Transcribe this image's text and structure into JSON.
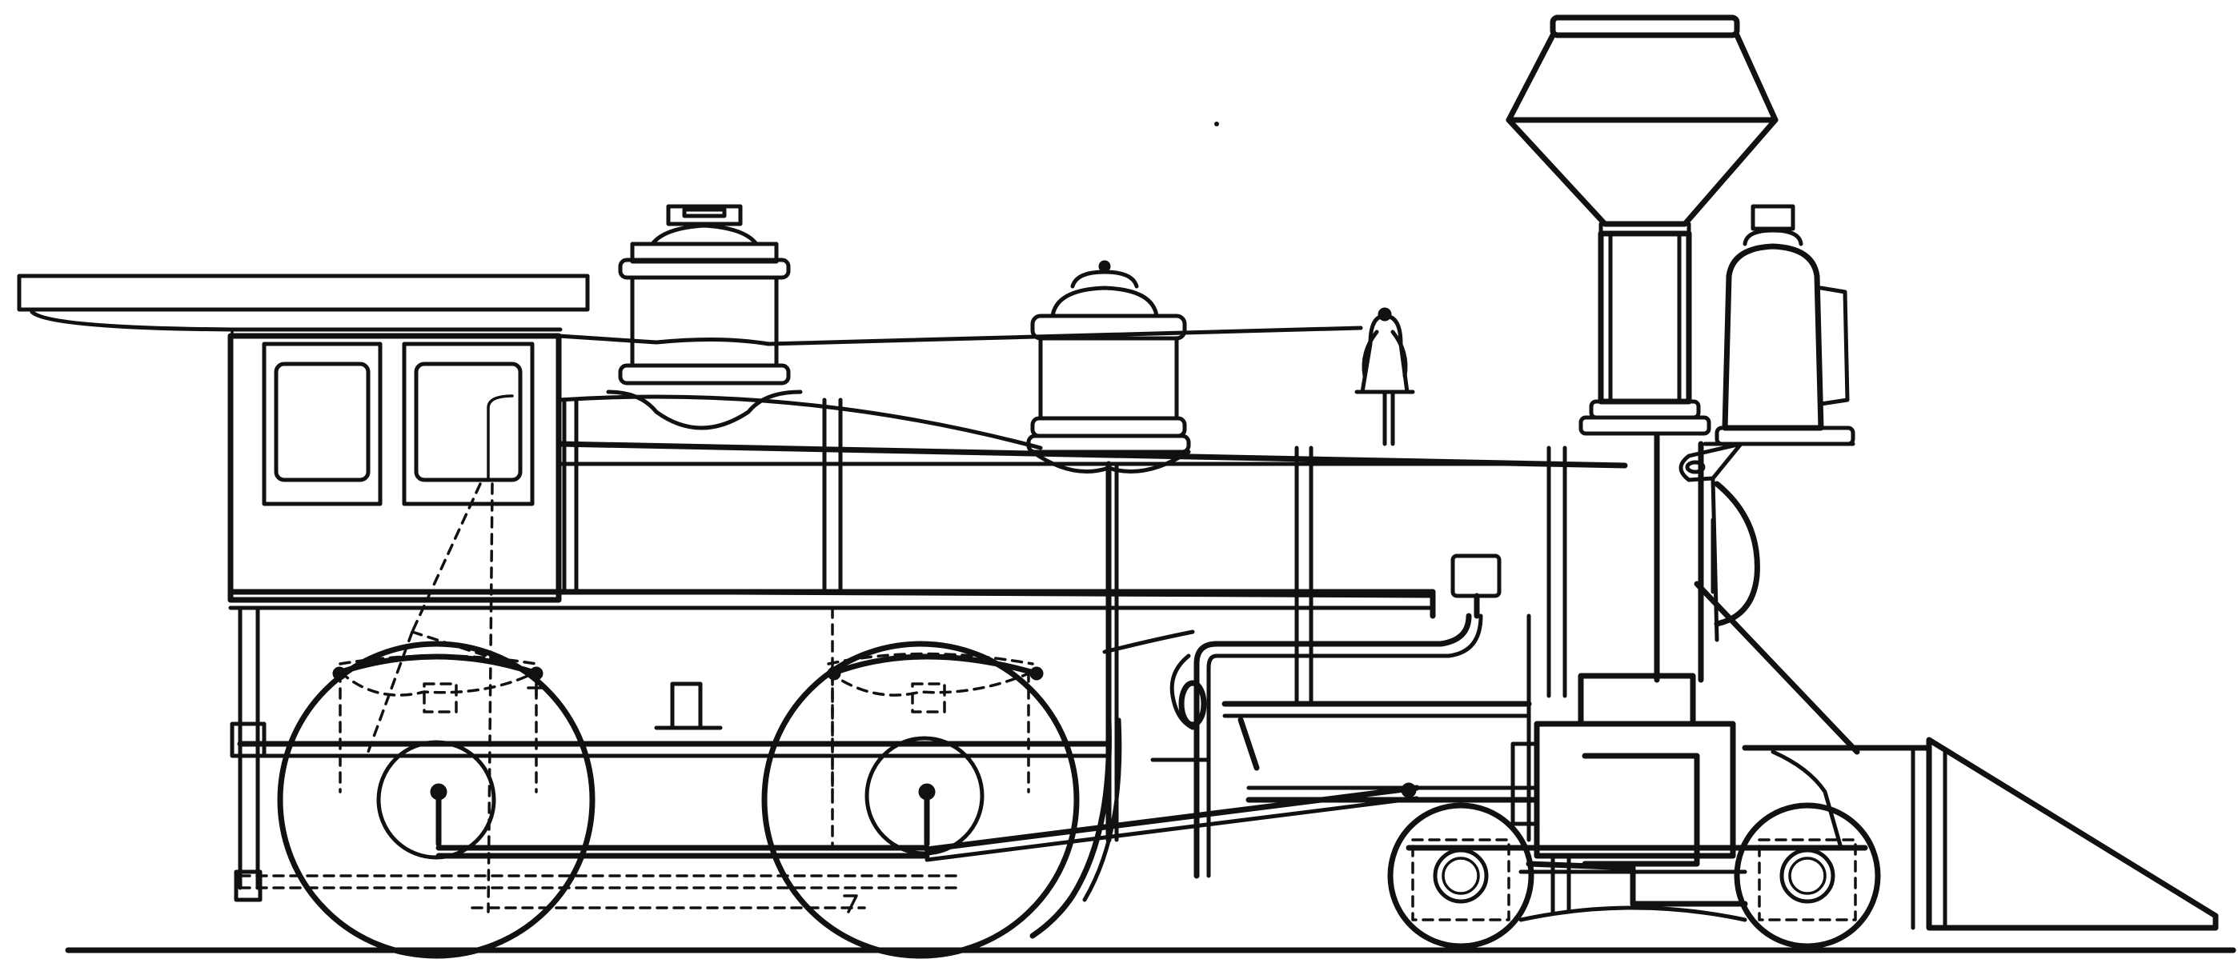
{
  "diagram": {
    "type": "line-drawing",
    "colors": {
      "ink": "#111111",
      "background": "#ffffff"
    },
    "components": [
      "cab",
      "cab-roof",
      "cab-windows",
      "boiler",
      "sand-dome",
      "steam-dome",
      "bell",
      "smokestack",
      "headlamp",
      "smokebox",
      "pilot",
      "cylinder",
      "steam-chest",
      "driving-wheel-rear",
      "driving-wheel-front",
      "leading-truck-wheel-rear",
      "leading-truck-wheel-front",
      "side-rod",
      "main-rod",
      "valve-gear",
      "track-rail"
    ]
  }
}
